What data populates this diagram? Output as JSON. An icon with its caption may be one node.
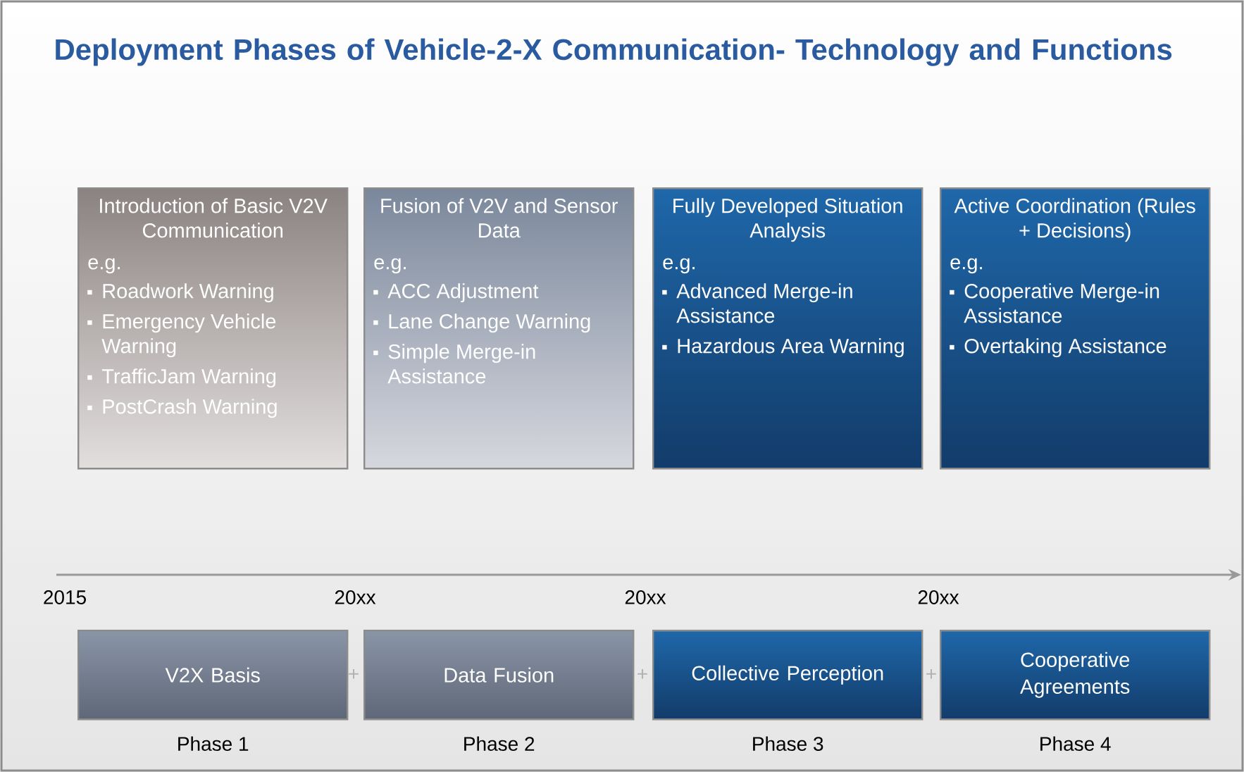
{
  "diagram": {
    "title": "Deployment Phases of Vehicle-2-X Communication- Technology and Functions",
    "nodes": [
      {
        "text": [
          "Introduction of Basic V2V Communication",
          "e.g.",
          "Roadwork Warning",
          "Emergency Vehicle Warning",
          "TrafficJam Warning",
          "PostCrash Warning"
        ]
      },
      {
        "text": [
          "Fusion of V2V and Sensor Data",
          "e.g.",
          "ACC Adjustment",
          "Lane Change Warning",
          "Simple Merge-in Assistance"
        ]
      },
      {
        "text": [
          "Fully Developed Situation Analysis",
          "e.g.",
          "Advanced Merge-in Assistance",
          "Hazardous Area Warning"
        ]
      },
      {
        "text": [
          "Active Coordination (Rules + Decisions)",
          "e.g.",
          "Cooperative Merge-in Assistance",
          "Overtaking Assistance"
        ]
      },
      {
        "text": [
          "V2X Basis"
        ],
        "beside": [
          "Phase 1"
        ]
      },
      {
        "text": [
          "Data Fusion"
        ],
        "beside": [
          "Phase 2"
        ]
      },
      {
        "text": [
          "Collective Perception"
        ],
        "beside": [
          "Phase 3"
        ]
      },
      {
        "text": [
          "Cooperative Agreements"
        ],
        "beside": [
          "Phase 4"
        ]
      }
    ],
    "labels": [
      "2015",
      "20xx",
      "20xx",
      "20xx",
      "+",
      "+",
      "+"
    ]
  }
}
